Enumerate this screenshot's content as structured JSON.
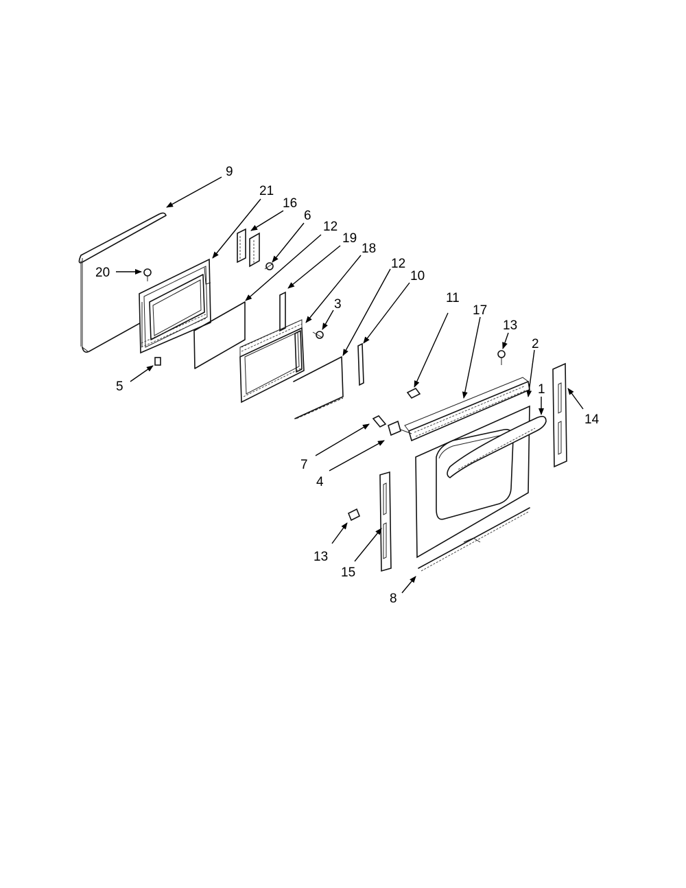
{
  "diagram": {
    "callouts": {
      "c1": "1",
      "c2": "2",
      "c3": "3",
      "c4": "4",
      "c5": "5",
      "c6": "6",
      "c7": "7",
      "c8": "8",
      "c9": "9",
      "c10": "10",
      "c11": "11",
      "c12a": "12",
      "c12b": "12",
      "c13a": "13",
      "c13b": "13",
      "c14": "14",
      "c15": "15",
      "c16": "16",
      "c17": "17",
      "c18": "18",
      "c19": "19",
      "c20": "20",
      "c21": "21"
    }
  }
}
